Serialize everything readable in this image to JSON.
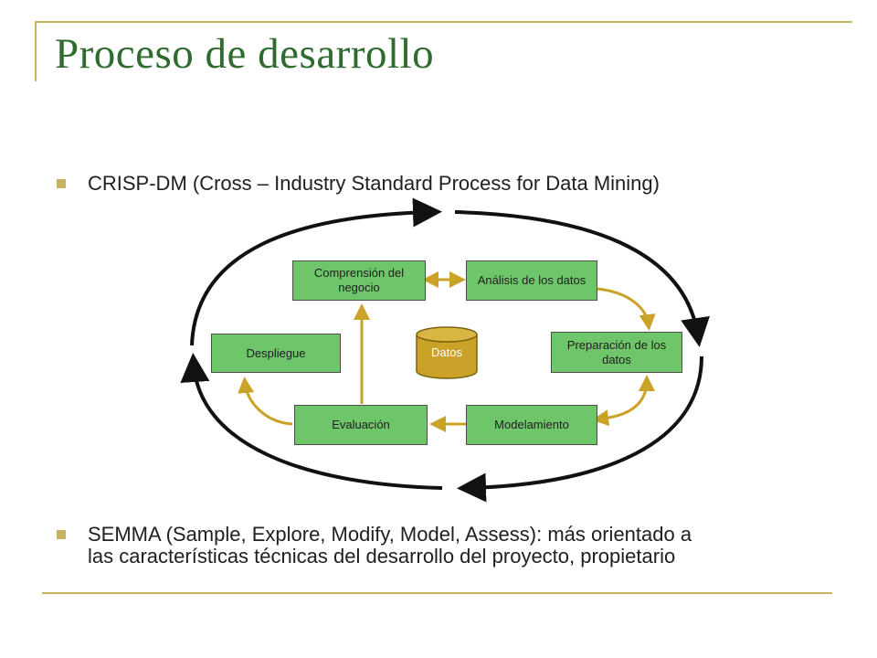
{
  "slide": {
    "title": "Proceso de desarrollo",
    "bullets": [
      "CRISP-DM (Cross – Industry Standard Process for Data Mining)",
      "SEMMA (Sample, Explore, Modify, Model, Assess): más orientado a",
      "las características técnicas del desarrollo del proyecto, propietario"
    ]
  },
  "colors": {
    "title": "#2f6b2f",
    "accent": "#c9b25e",
    "box_fill": "#6fc56a",
    "connector": "#c9a227",
    "database": "#c9a227",
    "cycle_arrow": "#111111"
  },
  "diagram": {
    "phases": {
      "business": "Comprensión del negocio",
      "data_understanding": "Análisis de los datos",
      "data_preparation": "Preparación de los datos",
      "modeling": "Modelamiento",
      "evaluation": "Evaluación",
      "deployment": "Despliegue"
    },
    "database": "Datos"
  }
}
